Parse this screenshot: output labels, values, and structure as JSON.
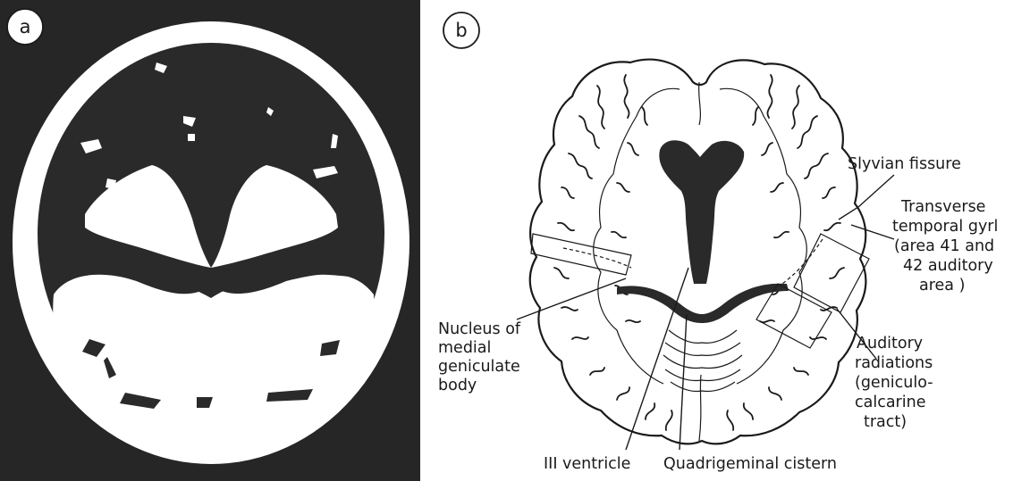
{
  "panels": [
    {
      "id": "a",
      "label": "a"
    },
    {
      "id": "b",
      "label": "b"
    }
  ],
  "annotations": {
    "sylvian": [
      "Slyvian fissure"
    ],
    "transverse": [
      "Transverse",
      "temporal gyrl",
      "(area 41 and",
      "42 auditory",
      "area )"
    ],
    "nucleus": [
      "Nucleus of",
      "medial",
      "geniculate",
      "body"
    ],
    "auditory": [
      "Auditory",
      "radiations",
      "(geniculo-",
      "calcarine",
      "tract)"
    ],
    "ventricle": [
      "III ventricle"
    ],
    "cistern": [
      "Quadrigeminal cistern"
    ]
  },
  "colors": {
    "ink": "#1a1a1a",
    "paper": "#ffffff",
    "scan_background": "#2a2a2a"
  }
}
